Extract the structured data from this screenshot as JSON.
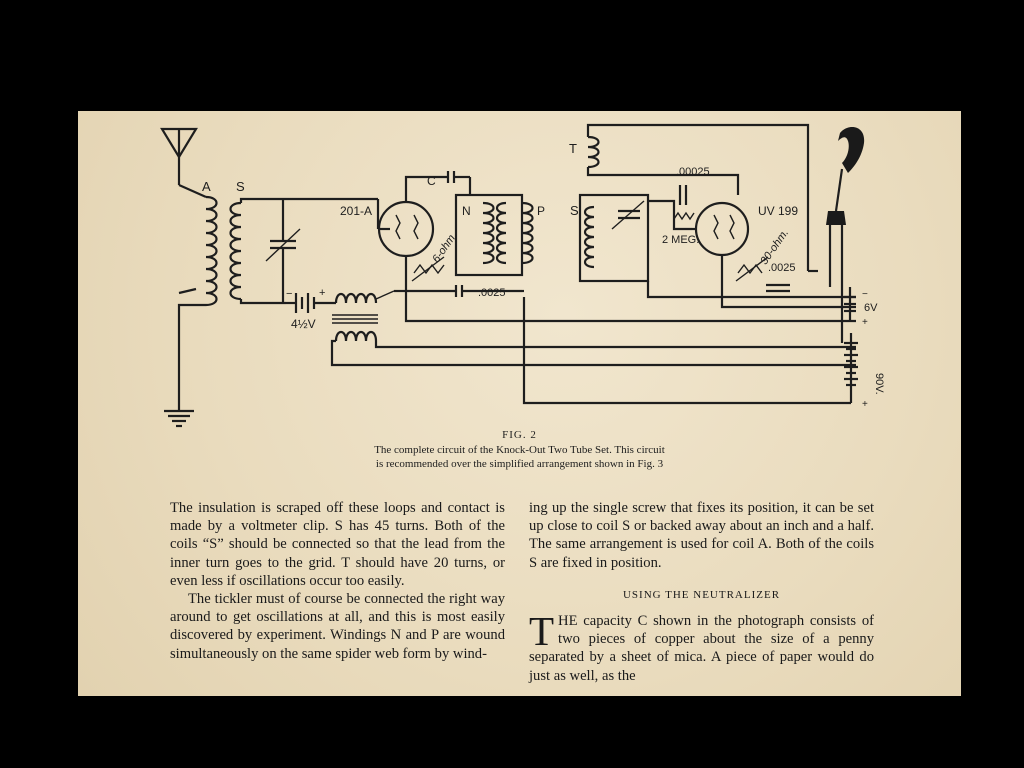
{
  "diagram": {
    "labels": {
      "antenna_coil": "A",
      "secondary_left": "S",
      "tube_left": "201-A",
      "capacitor_c": "C",
      "coil_n": "N",
      "coil_p": "P",
      "rheostat_left": "6-ohm.",
      "cap_left": ".0025",
      "battery_small": "4½V",
      "plus_left": "+",
      "minus_left": "−",
      "tickler": "T",
      "secondary_right": "S",
      "grid_cap": ".00025",
      "grid_leak": "2 MEG.",
      "tube_right": "UV 199",
      "rheostat_right": "30-ohm.",
      "cap_right": ".0025",
      "batt_6v": "6V",
      "batt_90v": "90V.",
      "plus_6v": "+",
      "minus_6v": "−",
      "plus_90v": "+"
    }
  },
  "caption": {
    "fig": "FIG. 2",
    "line1": "The complete circuit of the Knock-Out Two Tube Set.  This circuit",
    "line2": "is recommended over the simplified arrangement shown in Fig. 3"
  },
  "text": {
    "left_p1": "The insulation is scraped off these loops and contact is made by a voltmeter clip.  S has 45 turns.  Both of the coils “S” should be connected so that the lead from the inner turn goes to the grid.  T should have 20 turns, or even less if oscillations occur too easily.",
    "left_p2": "The tickler must of course be connected the right way around to get oscillations at all, and this is most easily discovered by experiment.  Windings N and P are wound simultaneously on the same spider web form by wind-",
    "right_p1": "ing up the single screw that fixes its position, it can be set up close to coil S or backed away about an inch and a half.  The same arrangement is used for coil A.  Both of the coils S are fixed in position.",
    "heading": "USING THE NEUTRALIZER",
    "dropcap": "T",
    "right_p2": "HE capacity C shown in the photograph consists of two pieces of copper about the size of a penny separated by a sheet of mica. A piece of paper would do just as well, as the"
  }
}
